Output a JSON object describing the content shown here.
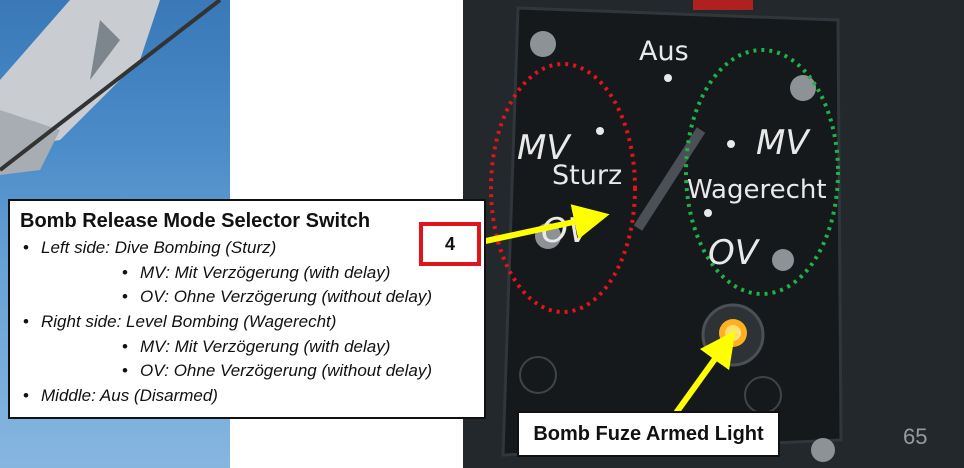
{
  "info_box": {
    "title": "Bomb Release Mode Selector Switch",
    "lines": [
      "Left side: Dive Bombing (Sturz)",
      "MV: Mit Verzögerung (with delay)",
      "OV: Ohne Verzögerung (without delay)",
      "Right side: Level Bombing (Wagerecht)",
      "MV: Mit Verzögerung (with delay)",
      "OV: Ohne Verzögerung (without delay)",
      "Middle: Aus (Disarmed)"
    ]
  },
  "callout_number": "4",
  "fuze_label": "Bomb Fuze Armed Light",
  "page_number": "65",
  "panel": {
    "aus": "Aus",
    "mv_left": "MV",
    "sturz": "Sturz",
    "ov_left": "OV",
    "mv_right": "MV",
    "wagerecht": "Wagerecht",
    "ov_right": "OV"
  },
  "colors": {
    "left_circle": "#e0141b",
    "right_circle": "#22b04a",
    "arrow": "#ffff00",
    "light": "#ffb020"
  }
}
